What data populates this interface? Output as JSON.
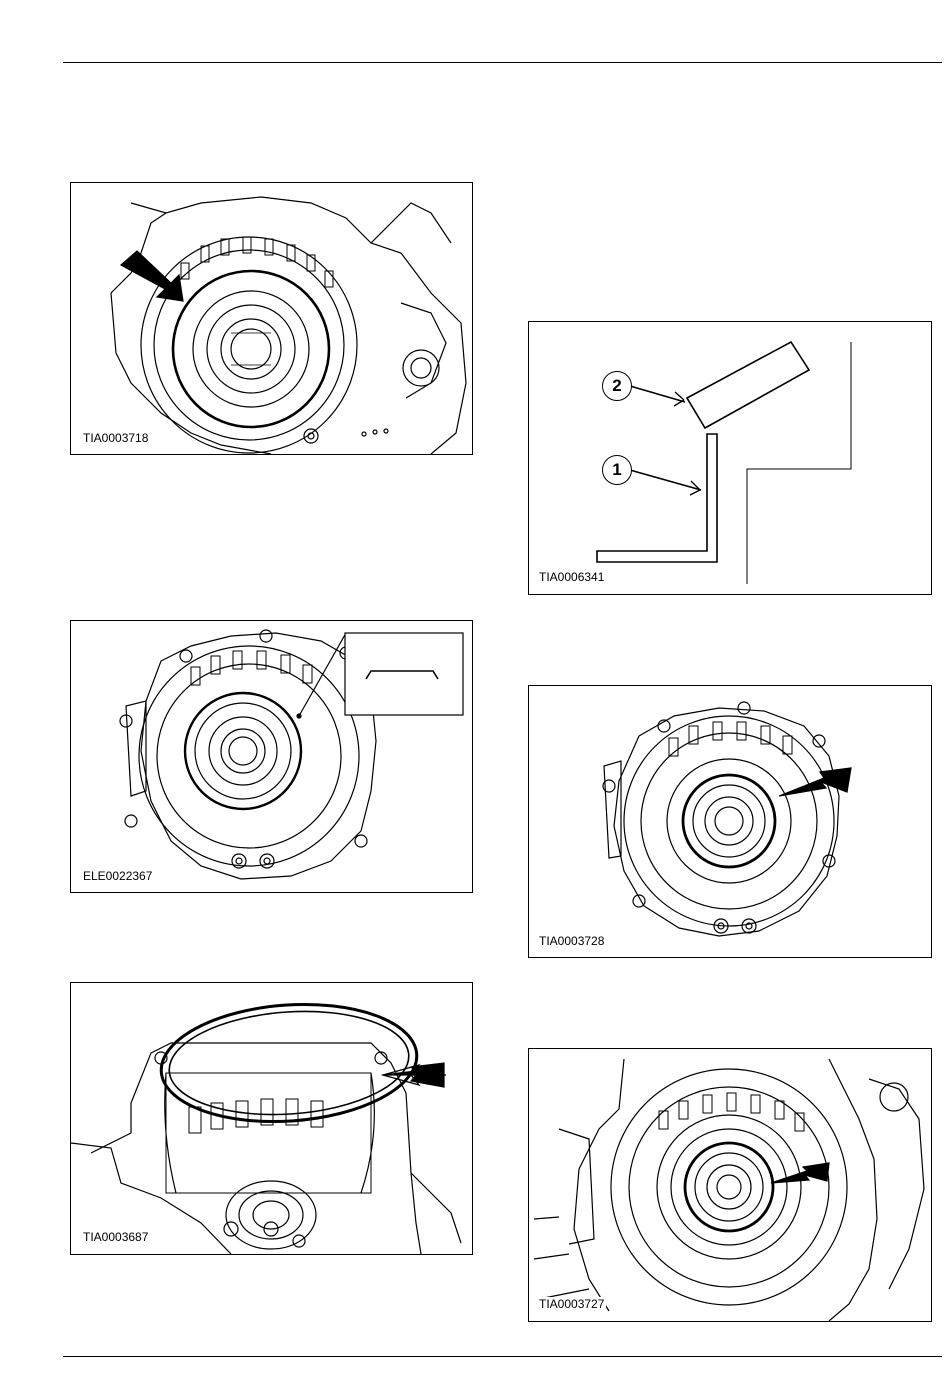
{
  "figures": [
    {
      "id": "TIA0003718",
      "subject": "transmission-housing-with-snap-ring"
    },
    {
      "id": "ELE0022367",
      "subject": "clutch-assembly-with-inset"
    },
    {
      "id": "TIA0003687",
      "subject": "housing-with-large-ring"
    },
    {
      "id": "TIA0006341",
      "subject": "section-diagram",
      "callouts": [
        "2",
        "1"
      ]
    },
    {
      "id": "TIA0003728",
      "subject": "clutch-assembly-inner-ring"
    },
    {
      "id": "TIA0003727",
      "subject": "housing-inner-ring"
    }
  ],
  "colors": {
    "line": "#000000",
    "background": "#ffffff"
  }
}
